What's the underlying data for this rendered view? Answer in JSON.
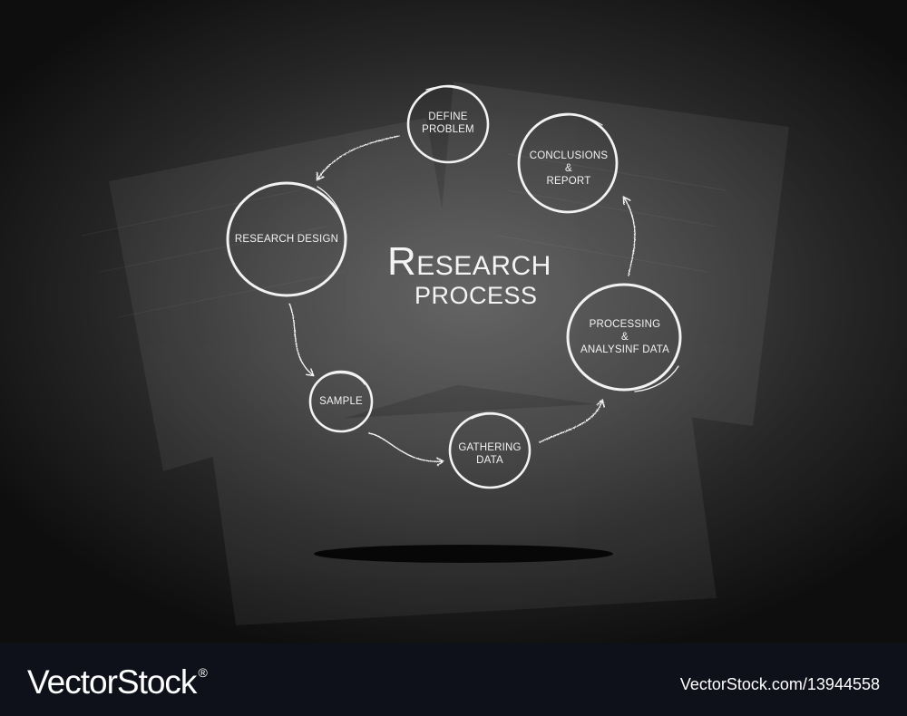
{
  "title": {
    "first_letter": "R",
    "rest_line1": "ESEARCH",
    "line2": "PROCESS"
  },
  "steps": [
    {
      "id": "define-problem",
      "lines": [
        "DEFINE",
        "PROBLEM"
      ]
    },
    {
      "id": "research-design",
      "lines": [
        "RESEARCH DESIGN"
      ]
    },
    {
      "id": "sample",
      "lines": [
        "SAMPLE"
      ]
    },
    {
      "id": "gathering-data",
      "lines": [
        "GATHERING",
        "DATA"
      ]
    },
    {
      "id": "processing-data",
      "lines": [
        "PROCESSING",
        "&",
        "ANALYSINF DATA"
      ]
    },
    {
      "id": "conclusions-report",
      "lines": [
        "CONCLUSIONS",
        "&",
        "REPORT"
      ]
    }
  ],
  "footer": {
    "brand": "VectorStock",
    "trademark": "®",
    "image_id": "VectorStock.com/13944558"
  },
  "colors": {
    "chalk": "#f2f2f2",
    "board_center": "#5b5b5b",
    "board_edge": "#0e0e0e",
    "footer_bg": "#0f111a"
  }
}
